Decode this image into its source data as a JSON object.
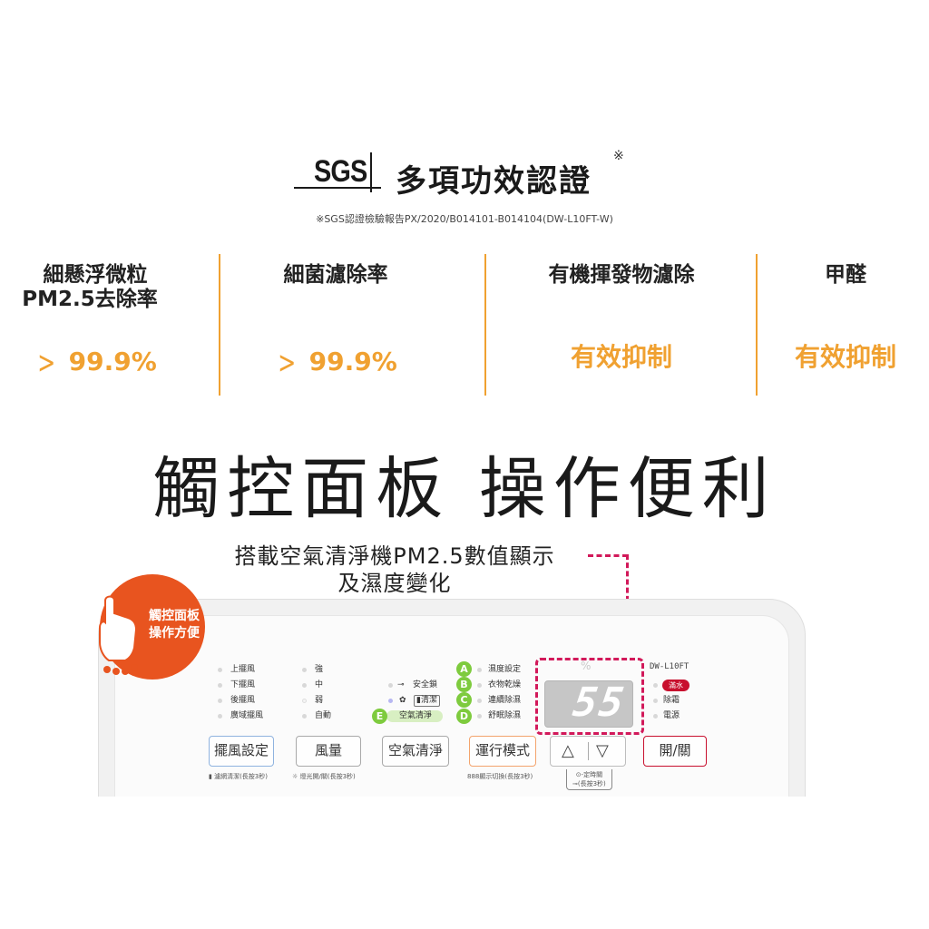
{
  "header": {
    "logo_text": "SGS",
    "title": "多項功效認證",
    "title_mark": "※",
    "note": "※SGS認證檢驗報告PX/2020/B014101-B014104(DW-L10FT-W)"
  },
  "stats": [
    {
      "label_line1": "細懸浮微粒",
      "label_line2": "PM2.5去除率",
      "prefix": ">",
      "value": "99.9%"
    },
    {
      "label_line1": "細菌濾除率",
      "label_line2": "",
      "prefix": ">",
      "value": "99.9%"
    },
    {
      "label_line1": "有機揮發物濾除",
      "label_line2": "",
      "prefix": "",
      "value": "有效抑制"
    },
    {
      "label_line1": "甲醛",
      "label_line2": "",
      "prefix": "",
      "value": "有效抑制"
    }
  ],
  "big_title": "觸控面板 操作便利",
  "callout": {
    "line1": "搭載空氣清淨機PM2.5數值顯示",
    "line2": "及濕度變化"
  },
  "badge": {
    "line1": "觸控面板",
    "line2": "操作方便"
  },
  "panel": {
    "swing_indicators": [
      "上擺風",
      "下擺風",
      "後擺風",
      "廣域擺風"
    ],
    "fan_indicators": [
      "強",
      "中",
      "弱",
      "自動"
    ],
    "air_indicators": {
      "safety_lock": "安全鎖",
      "clean": "清潔",
      "air_clean": "空氣清淨"
    },
    "mode_letters": [
      "A",
      "B",
      "C",
      "D",
      "E"
    ],
    "mode_indicators": [
      "濕度設定",
      "衣物乾燥",
      "連續除濕",
      "舒眠除濕"
    ],
    "display": {
      "unit": "%",
      "digits": "55"
    },
    "model": "DW-L10FT",
    "status_indicators": {
      "full": "滿水",
      "defrost": "除霜",
      "power": "電源"
    },
    "buttons": {
      "swing": "擺風設定",
      "fan": "風量",
      "air": "空氣清淨",
      "mode": "運行模式",
      "up": "△",
      "down": "▽",
      "power": "開/關"
    },
    "sub_labels": {
      "swing": "濾網清潔(長按3秒)",
      "fan": "燈光開/關(長按3秒)",
      "mode": "888顯示切換(長按3秒)",
      "timer": "定時關",
      "lock": "(長按3秒)"
    }
  },
  "colors": {
    "accent_orange": "#f0a131",
    "badge_orange": "#e8541f",
    "dash_magenta": "#d2195a",
    "mode_green": "#7ecb3e",
    "power_red": "#c8102e"
  }
}
